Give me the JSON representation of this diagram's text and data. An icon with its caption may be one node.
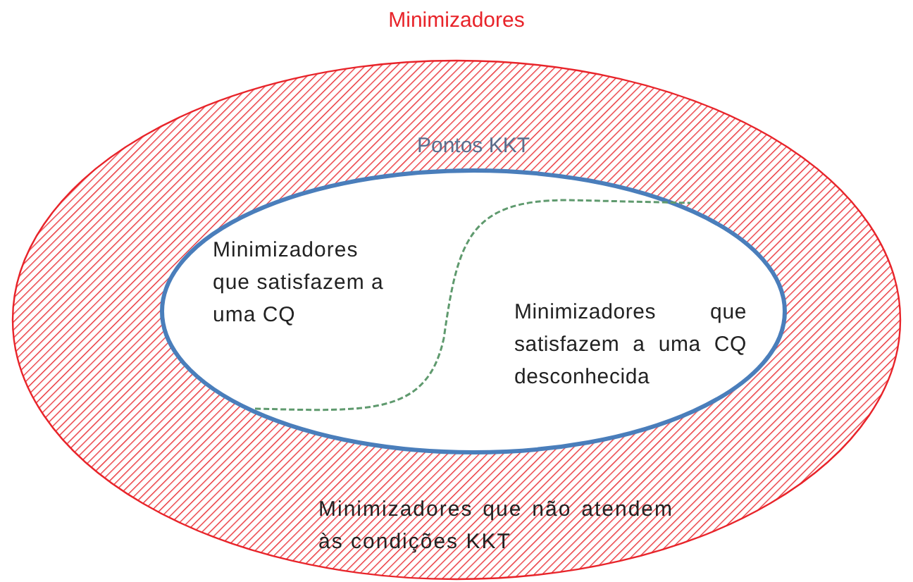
{
  "diagram": {
    "nodes": [
      {
        "text": [
          "Minimizadores",
          "Minimizadores que não atendem às condições KKT"
        ]
      },
      {
        "text": [
          "Pontos KKT",
          "Minimizadores que satisfazem a uma CQ",
          "Minimizadores que satisfazem a uma CQ desconhecida"
        ],
        "in": 0
      }
    ],
    "edges": []
  }
}
